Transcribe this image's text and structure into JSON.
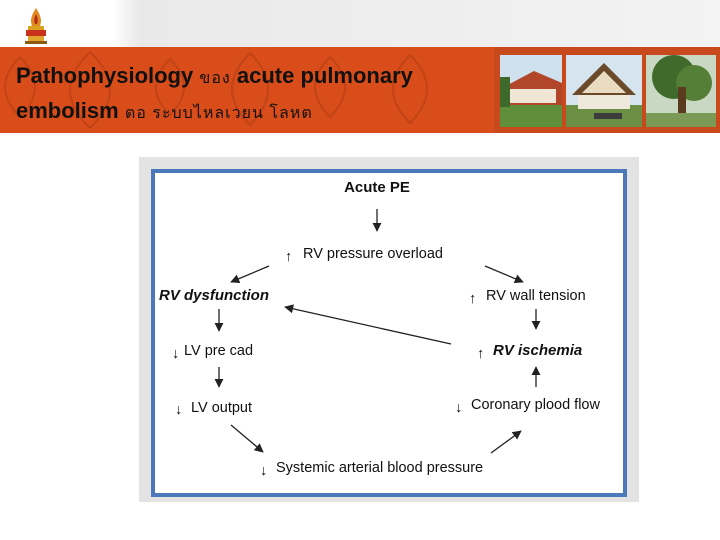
{
  "slide": {
    "title_line1_en": "Pathophysiology",
    "title_line1_th": "ของ",
    "title_line1_en2": "acute pulmonary",
    "title_line2_en": "embolism",
    "title_line2_th": "ตอ ระบบไหลเวยน โลหต"
  },
  "diagram": {
    "nodes": {
      "acute_pe": "Acute PE",
      "rv_pressure": "RV pressure overload",
      "rv_dysfunction": "RV dysfunction",
      "rv_wall_tension": "RV wall tension",
      "lv_preload": "LV pre cad",
      "rv_ischemia": "RV ischemia",
      "lv_output": "LV output",
      "coronary_flow": "Coronary plood flow",
      "systemic_bp": "Systemic arterial blood pressure"
    },
    "up_arrow": "↑",
    "down_arrow": "↓"
  },
  "colors": {
    "header": "#d94d1a",
    "diagram_border": "#4a78b8",
    "diagram_frame": "#dcdcdc"
  }
}
